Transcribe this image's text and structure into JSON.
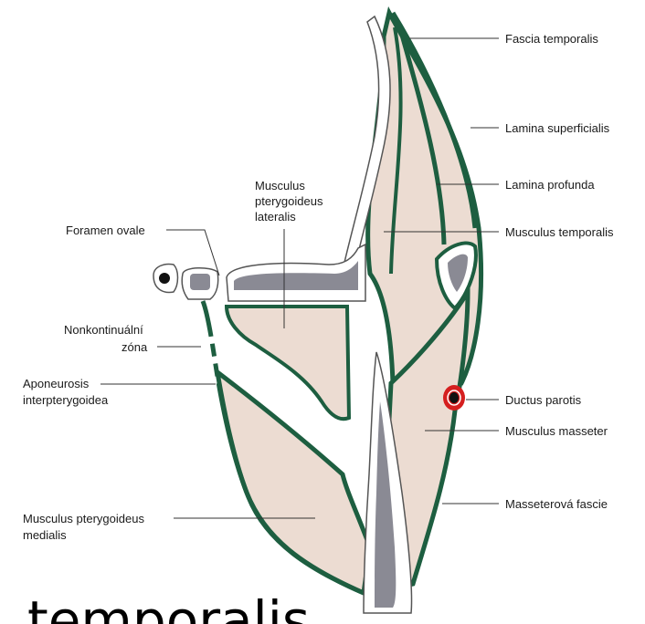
{
  "labels": {
    "fascia_temporalis": "Fascia temporalis",
    "lamina_superficialis": "Lamina superficialis",
    "lamina_profunda": "Lamina profunda",
    "musculus_temporalis": "Musculus temporalis",
    "ductus_parotis": "Ductus parotis",
    "musculus_masseter": "Musculus masseter",
    "masseterova_fascie": "Masseterová fascie",
    "foramen_ovale": "Foramen ovale",
    "pterygoideus_lateralis_1": "Musculus",
    "pterygoideus_lateralis_2": "pterygoideus",
    "pterygoideus_lateralis_3": "lateralis",
    "nonkontinualni_1": "Nonkontinuální",
    "nonkontinualni_2": "zóna",
    "aponeurosis_1": "Aponeurosis",
    "aponeurosis_2": "interpterygoidea",
    "pterygoideus_medialis_1": "Musculus pterygoideus",
    "pterygoideus_medialis_2": "medialis"
  },
  "overlay_text": "temporalis",
  "colors": {
    "fascia": "#1d5e40",
    "muscle": "#ecdcd2",
    "bone": "#8a8a94",
    "duct": "#d51f1f",
    "leader": "#333333"
  }
}
